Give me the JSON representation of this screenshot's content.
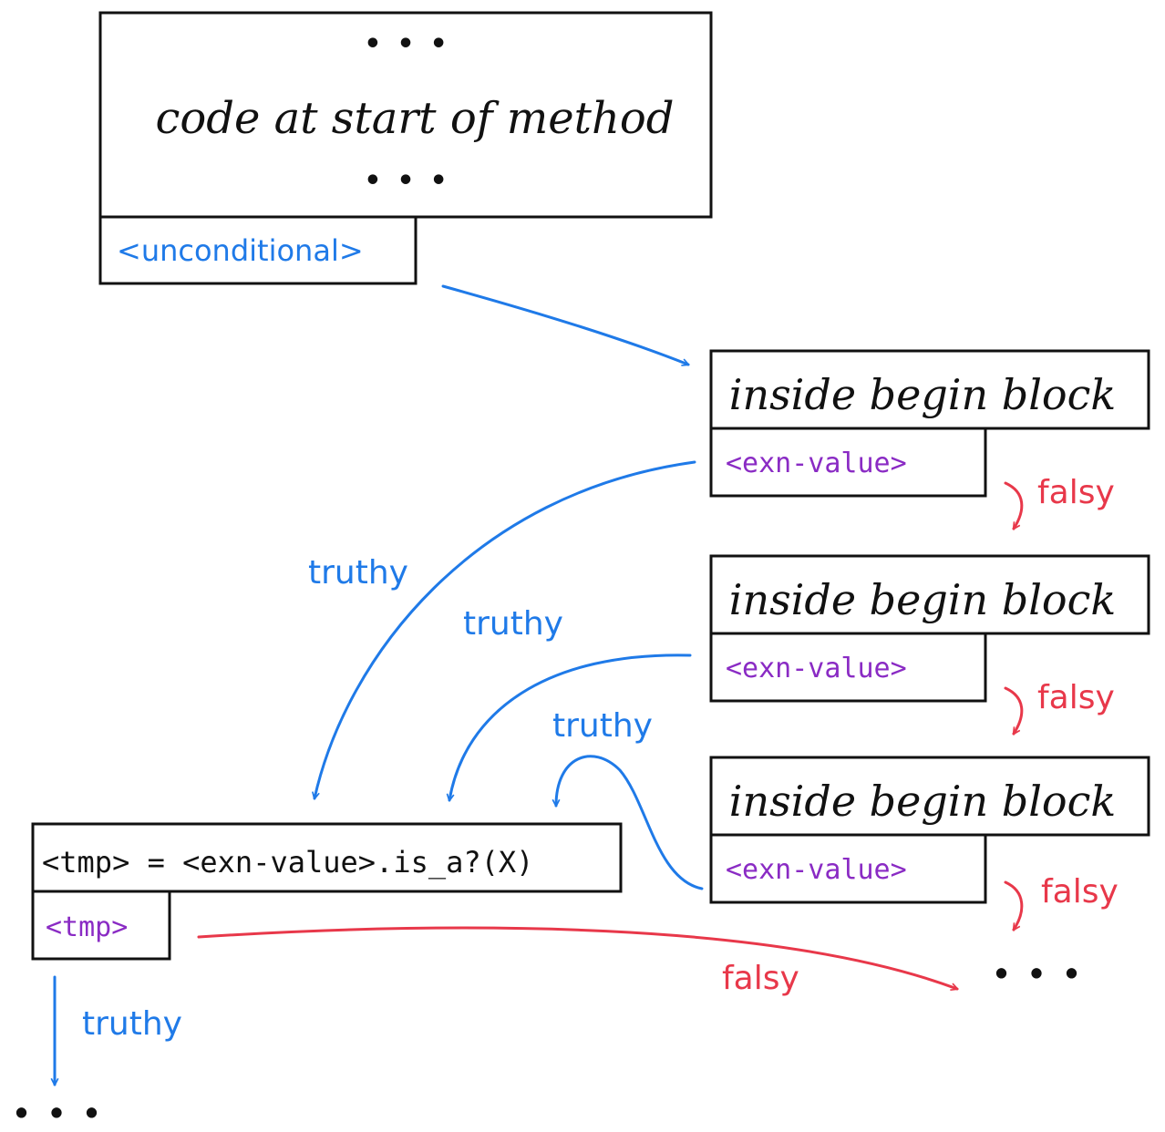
{
  "top_block": {
    "ellipsis_top": "• • •",
    "text": "code at start of method",
    "ellipsis_bottom": "• • •",
    "branch_label": "<unconditional>"
  },
  "begin_blocks": [
    {
      "text": "inside begin block",
      "branch_label": "<exn-value>",
      "false_label": "falsy"
    },
    {
      "text": "inside begin block",
      "branch_label": "<exn-value>",
      "false_label": "falsy"
    },
    {
      "text": "inside begin block",
      "branch_label": "<exn-value>",
      "false_label": "falsy"
    }
  ],
  "truthy_labels": [
    "truthy",
    "truthy",
    "truthy"
  ],
  "tmp_block": {
    "text": "<tmp> = <exn-value>.is_a?(X)",
    "branch_label": "<tmp>",
    "false_label": "falsy",
    "true_label": "truthy"
  },
  "ellipsis_right": "• • •",
  "ellipsis_bottom": "• • •",
  "colors": {
    "ink": "#111111",
    "truthy_blue": "#1f7ae8",
    "falsy_red": "#e8384a",
    "value_purple": "#8a2bc4"
  }
}
